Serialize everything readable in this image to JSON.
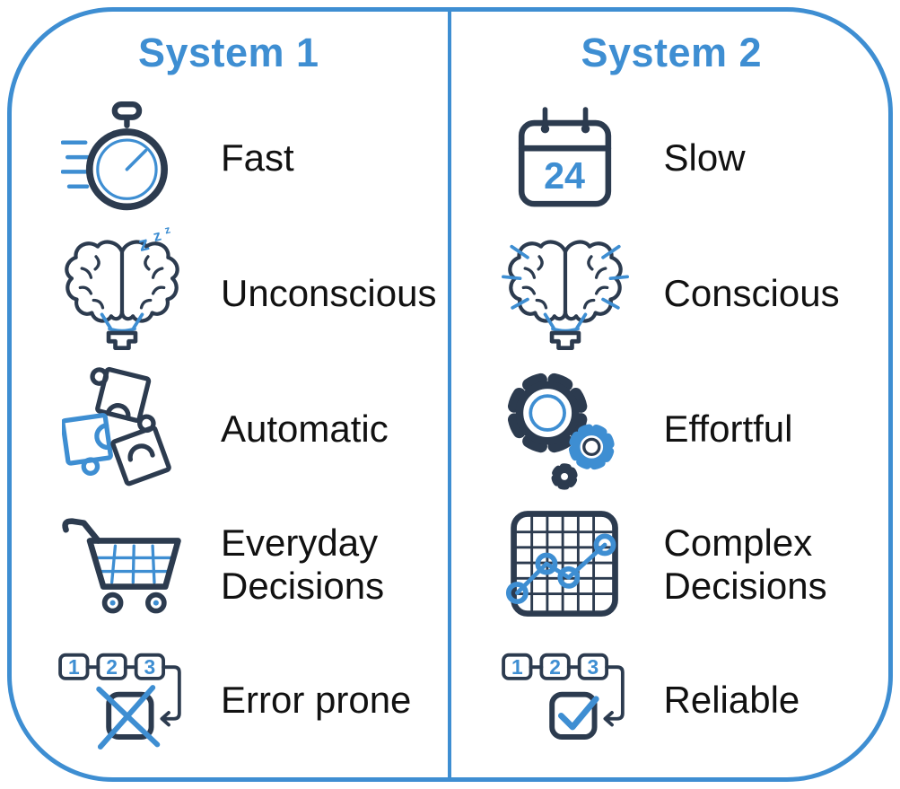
{
  "colors": {
    "accent": "#3e8ed2",
    "navy": "#2c3b4f",
    "text": "#111111",
    "background": "#ffffff"
  },
  "columns": [
    {
      "title": "System 1",
      "items": [
        {
          "icon": "stopwatch-icon",
          "label": "Fast"
        },
        {
          "icon": "sleeping-brain-icon",
          "label": "Unconscious"
        },
        {
          "icon": "puzzle-pieces-icon",
          "label": "Automatic"
        },
        {
          "icon": "shopping-cart-icon",
          "label": "Everyday Decisions"
        },
        {
          "icon": "steps-error-icon",
          "label": "Error prone"
        }
      ]
    },
    {
      "title": "System 2",
      "items": [
        {
          "icon": "calendar-icon",
          "label": "Slow"
        },
        {
          "icon": "active-brain-icon",
          "label": "Conscious"
        },
        {
          "icon": "gears-icon",
          "label": "Effortful"
        },
        {
          "icon": "line-chart-icon",
          "label": "Complex Decisions"
        },
        {
          "icon": "steps-check-icon",
          "label": "Reliable"
        }
      ]
    }
  ],
  "icon_text": {
    "calendar_day": "24",
    "steps": [
      "1",
      "2",
      "3"
    ],
    "sleep_z": "z"
  }
}
